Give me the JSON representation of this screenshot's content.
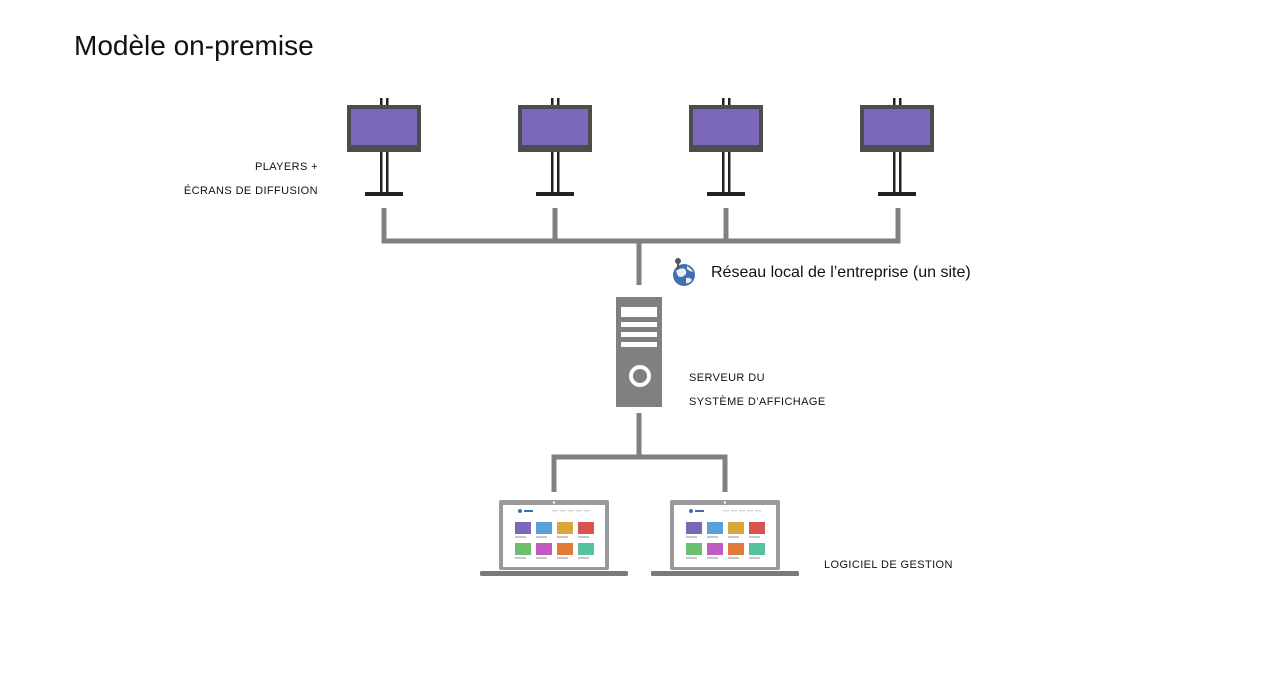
{
  "title": "Modèle on-premise",
  "labels": {
    "players_line1": "PLAYERS +",
    "players_line2": "ÉCRANS DE DIFFUSION",
    "network": "Réseau local de l’entreprise (un site)",
    "server_line1": "SERVEUR DU",
    "server_line2": "SYSTÈME D’AFFICHAGE",
    "software": "LOGICIEL DE GESTION"
  },
  "icons": {
    "screen": "display-screen-icon",
    "globe": "globe-icon",
    "server": "server-tower-icon",
    "laptop": "laptop-icon"
  },
  "colors": {
    "screen_fill": "#7b68b8",
    "frame": "#4d4d4d",
    "stand": "#222222",
    "connector": "#808080",
    "server_body": "#808080",
    "globe": "#3f6fae",
    "tile_colors": [
      "#7b68b8",
      "#5aa0d8",
      "#d9a63c",
      "#d9534f",
      "#6cbf6c",
      "#c05cbf",
      "#e07b39",
      "#55c2a0"
    ]
  }
}
